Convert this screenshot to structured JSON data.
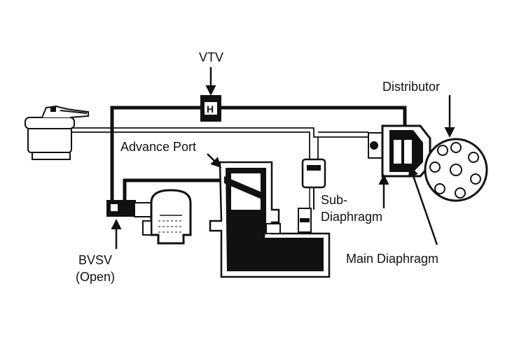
{
  "labels": {
    "vtv": "VTV",
    "distributor": "Distributor",
    "advance_port": "Advance Port",
    "sub_diaphragm_line1": "Sub-",
    "sub_diaphragm_line2": "Diaphragm",
    "main_diaphragm": "Main Diaphragm",
    "bvsv_line1": "BVSV",
    "bvsv_line2": "(Open)"
  }
}
